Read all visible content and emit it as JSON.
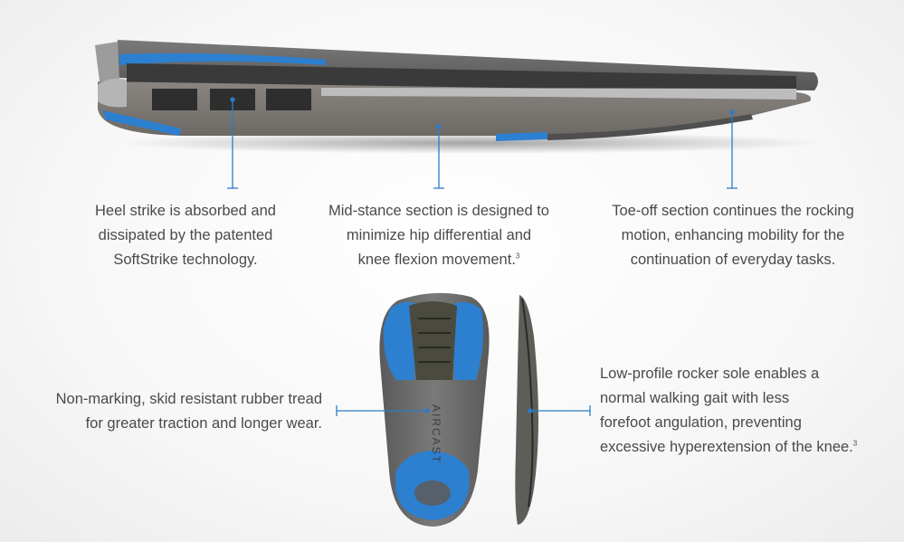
{
  "callouts": {
    "heel": {
      "lines": [
        "Heel strike is absorbed and",
        "dissipated by the patented",
        "SoftStrike technology."
      ]
    },
    "midstance": {
      "lines": [
        "Mid-stance section is designed to",
        "minimize hip differential and",
        "knee flexion movement."
      ],
      "footnote": "3"
    },
    "toeoff": {
      "lines": [
        "Toe-off section continues the rocking",
        "motion, enhancing mobility for the",
        "continuation of everyday tasks."
      ]
    },
    "tread": {
      "lines": [
        "Non-marking, skid resistant rubber tread",
        "for greater traction and longer wear."
      ]
    },
    "rocker": {
      "lines": [
        "Low-profile rocker sole enables a",
        "normal walking gait with less",
        "forefoot angulation, preventing",
        "excessive hyperextension of the knee."
      ],
      "footnote": "3"
    }
  },
  "product": {
    "sole_brand": "AIRCAST"
  },
  "colors": {
    "accent": "#2d7fd0",
    "rubber": "#6b6b6b",
    "foam": "#3a3a3a",
    "text": "#4a4a4a",
    "leader": "#2b7cc8"
  }
}
